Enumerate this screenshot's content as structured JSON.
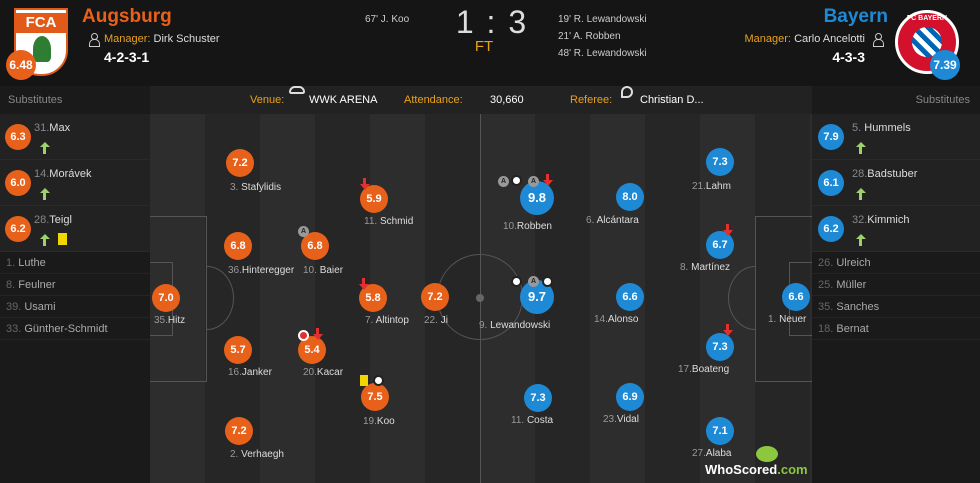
{
  "home": {
    "name": "Augsburg",
    "crest_text": "FCA",
    "rating": "6.48",
    "manager_label": "Manager:",
    "manager": "Dirk Schuster",
    "formation": "4-2-3-1",
    "color": "#e8611a",
    "scorers": [
      "67' J. Koo"
    ]
  },
  "away": {
    "name": "Bayern",
    "crest_text": "FC BAYERN",
    "rating": "7.39",
    "manager_label": "Manager:",
    "manager": "Carlo Ancelotti",
    "formation": "4-3-3",
    "color": "#1e8ad6",
    "scorers": [
      "19' R. Lewandowski",
      "21' A. Robben",
      "48' R. Lewandowski"
    ]
  },
  "match": {
    "score": "1 : 3",
    "status": "FT"
  },
  "info": {
    "venue_label": "Venue:",
    "venue": "WWK ARENA",
    "attendance_label": "Attendance:",
    "attendance": "30,660",
    "referee_label": "Referee:",
    "referee": "Christian D..."
  },
  "subs_label": "Substitutes",
  "home_subs": [
    {
      "rating": "6.3",
      "num": "31.",
      "name": "Max"
    },
    {
      "rating": "6.0",
      "num": "14.",
      "name": "Morávek"
    },
    {
      "rating": "6.2",
      "num": "28.",
      "name": "Teigl"
    }
  ],
  "home_bench": [
    {
      "num": "1.",
      "name": "Luthe"
    },
    {
      "num": "8.",
      "name": "Feulner"
    },
    {
      "num": "39.",
      "name": "Usami"
    },
    {
      "num": "33.",
      "name": "Günther-Schmidt"
    }
  ],
  "away_subs": [
    {
      "rating": "7.9",
      "num": "5.",
      "name": "Hummels"
    },
    {
      "rating": "6.1",
      "num": "28.",
      "name": "Badstuber"
    },
    {
      "rating": "6.2",
      "num": "32.",
      "name": "Kimmich"
    }
  ],
  "away_bench": [
    {
      "num": "26.",
      "name": "Ulreich"
    },
    {
      "num": "25.",
      "name": "Müller"
    },
    {
      "num": "35.",
      "name": "Sanches"
    },
    {
      "num": "18.",
      "name": "Bernat"
    }
  ],
  "home_players": [
    {
      "rating": "7.0",
      "num": "35.",
      "name": "Hitz"
    },
    {
      "rating": "7.2",
      "num": "3.",
      "name": "Stafylidis"
    },
    {
      "rating": "6.8",
      "num": "36.",
      "name": "Hinteregger"
    },
    {
      "rating": "5.7",
      "num": "16.",
      "name": "Janker"
    },
    {
      "rating": "7.2",
      "num": "2.",
      "name": "Verhaegh"
    },
    {
      "rating": "6.8",
      "num": "10.",
      "name": "Baier"
    },
    {
      "rating": "5.4",
      "num": "20.",
      "name": "Kacar"
    },
    {
      "rating": "5.9",
      "num": "11.",
      "name": "Schmid"
    },
    {
      "rating": "5.8",
      "num": "7.",
      "name": "Altintop"
    },
    {
      "rating": "7.5",
      "num": "19.",
      "name": "Koo"
    },
    {
      "rating": "7.2",
      "num": "22.",
      "name": "Ji"
    }
  ],
  "away_players": [
    {
      "rating": "9.8",
      "num": "10.",
      "name": "Robben"
    },
    {
      "rating": "9.7",
      "num": "9.",
      "name": "Lewandowski"
    },
    {
      "rating": "7.3",
      "num": "11.",
      "name": "Costa"
    },
    {
      "rating": "8.0",
      "num": "6.",
      "name": "Alcántara"
    },
    {
      "rating": "6.6",
      "num": "14.",
      "name": "Alonso"
    },
    {
      "rating": "6.9",
      "num": "23.",
      "name": "Vidal"
    },
    {
      "rating": "7.3",
      "num": "21.",
      "name": "Lahm"
    },
    {
      "rating": "6.7",
      "num": "8.",
      "name": "Martínez"
    },
    {
      "rating": "7.3",
      "num": "17.",
      "name": "Boateng"
    },
    {
      "rating": "7.1",
      "num": "27.",
      "name": "Alaba"
    },
    {
      "rating": "6.6",
      "num": "1.",
      "name": "Neuer"
    }
  ],
  "icons": {
    "assist": "A",
    "manager": "manager-icon",
    "stadium": "stadium-icon",
    "whistle": "whistle-icon",
    "sub_in": "sub-in-icon",
    "sub_out": "sub-out-icon",
    "goal": "ball-icon",
    "yellow_card": "yellow-card-icon"
  },
  "logo": {
    "brand": "WhoScored",
    "suffix": ".com"
  }
}
